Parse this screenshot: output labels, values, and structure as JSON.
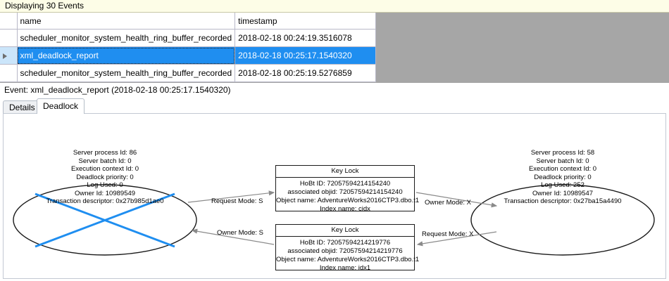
{
  "banner": {
    "text": "Displaying 30 Events"
  },
  "grid": {
    "columns": [
      "",
      "name",
      "timestamp"
    ],
    "rows": [
      {
        "selected": false,
        "indicator": "",
        "name": "scheduler_monitor_system_health_ring_buffer_recorded",
        "timestamp": "2018-02-18 00:24:19.3516078"
      },
      {
        "selected": true,
        "indicator": "row-arrow-icon",
        "name": "xml_deadlock_report",
        "timestamp": "2018-02-18 00:25:17.1540320"
      },
      {
        "selected": false,
        "indicator": "",
        "name": "scheduler_monitor_system_health_ring_buffer_recorded",
        "timestamp": "2018-02-18 00:25:19.5276859"
      }
    ]
  },
  "event_caption": "Event: xml_deadlock_report (2018-02-18 00:25:17.1540320)",
  "tabs": [
    {
      "label": "Details",
      "active": false
    },
    {
      "label": "Deadlock",
      "active": true
    }
  ],
  "deadlock_graph": {
    "colors": {
      "victim_cross": "#1f8ef0",
      "node_stroke": "#1a1a1a",
      "edge_stroke": "#8a8a8a",
      "selection": "#1f8ef0"
    },
    "processes": [
      {
        "id": "process-left",
        "victim": true,
        "lines": [
          "Server process Id: 86",
          "Server batch Id: 0",
          "Execution context Id: 0",
          "Deadlock priority: 0",
          "Log Used: 0",
          "Owner Id: 10989549",
          "Transaction descriptor: 0x27b985d1ae0"
        ]
      },
      {
        "id": "process-right",
        "victim": false,
        "lines": [
          "Server process Id: 58",
          "Server batch Id: 0",
          "Execution context Id: 0",
          "Deadlock priority: 0",
          "Log Used: 252",
          "Owner Id: 10989547",
          "Transaction descriptor: 0x27ba15a4490"
        ]
      }
    ],
    "resources": [
      {
        "id": "lock-top",
        "title": "Key Lock",
        "lines": [
          "HoBt ID: 72057594214154240",
          "associated objid: 72057594214154240",
          "Object name: AdventureWorks2016CTP3.dbo.t1",
          "Index name: cidx"
        ]
      },
      {
        "id": "lock-bottom",
        "title": "Key Lock",
        "lines": [
          "HoBt ID: 72057594214219776",
          "associated objid: 72057594214219776",
          "Object name: AdventureWorks2016CTP3.dbo.t1",
          "Index name: idx1"
        ]
      }
    ],
    "edges": [
      {
        "label": "Request Mode: S",
        "from": "process-left",
        "to": "lock-top"
      },
      {
        "label": "Owner Mode: S",
        "from": "lock-bottom",
        "to": "process-left"
      },
      {
        "label": "Owner Mode: X",
        "from": "lock-top",
        "to": "process-right"
      },
      {
        "label": "Request Mode: X",
        "from": "process-right",
        "to": "lock-bottom"
      }
    ]
  }
}
